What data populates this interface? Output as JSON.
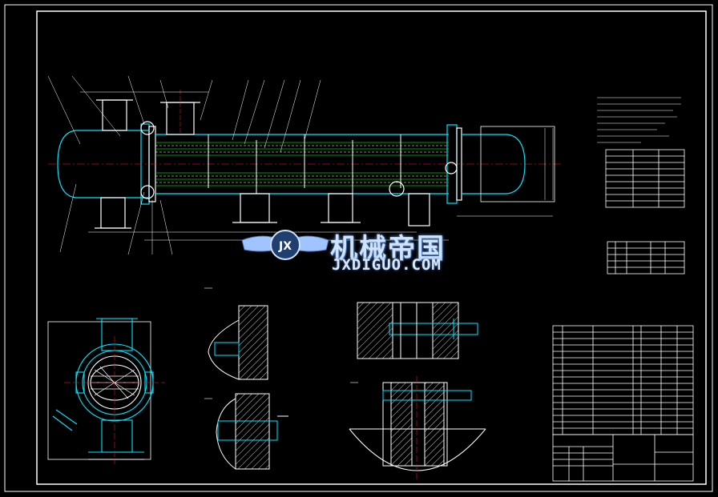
{
  "drawing": {
    "watermark": {
      "title": "机械帝国",
      "subtitle": "JXDIGUO.COM",
      "emblem_text": "JX"
    },
    "colors": {
      "background": "#000000",
      "outline": "#ffffff",
      "cyan": "#00e5ff",
      "green": "#00c800",
      "red": "#ff2020",
      "magenta": "#ff00ff"
    },
    "icons": [
      "gear-emblem-icon",
      "wing-left-icon",
      "wing-right-icon"
    ]
  }
}
